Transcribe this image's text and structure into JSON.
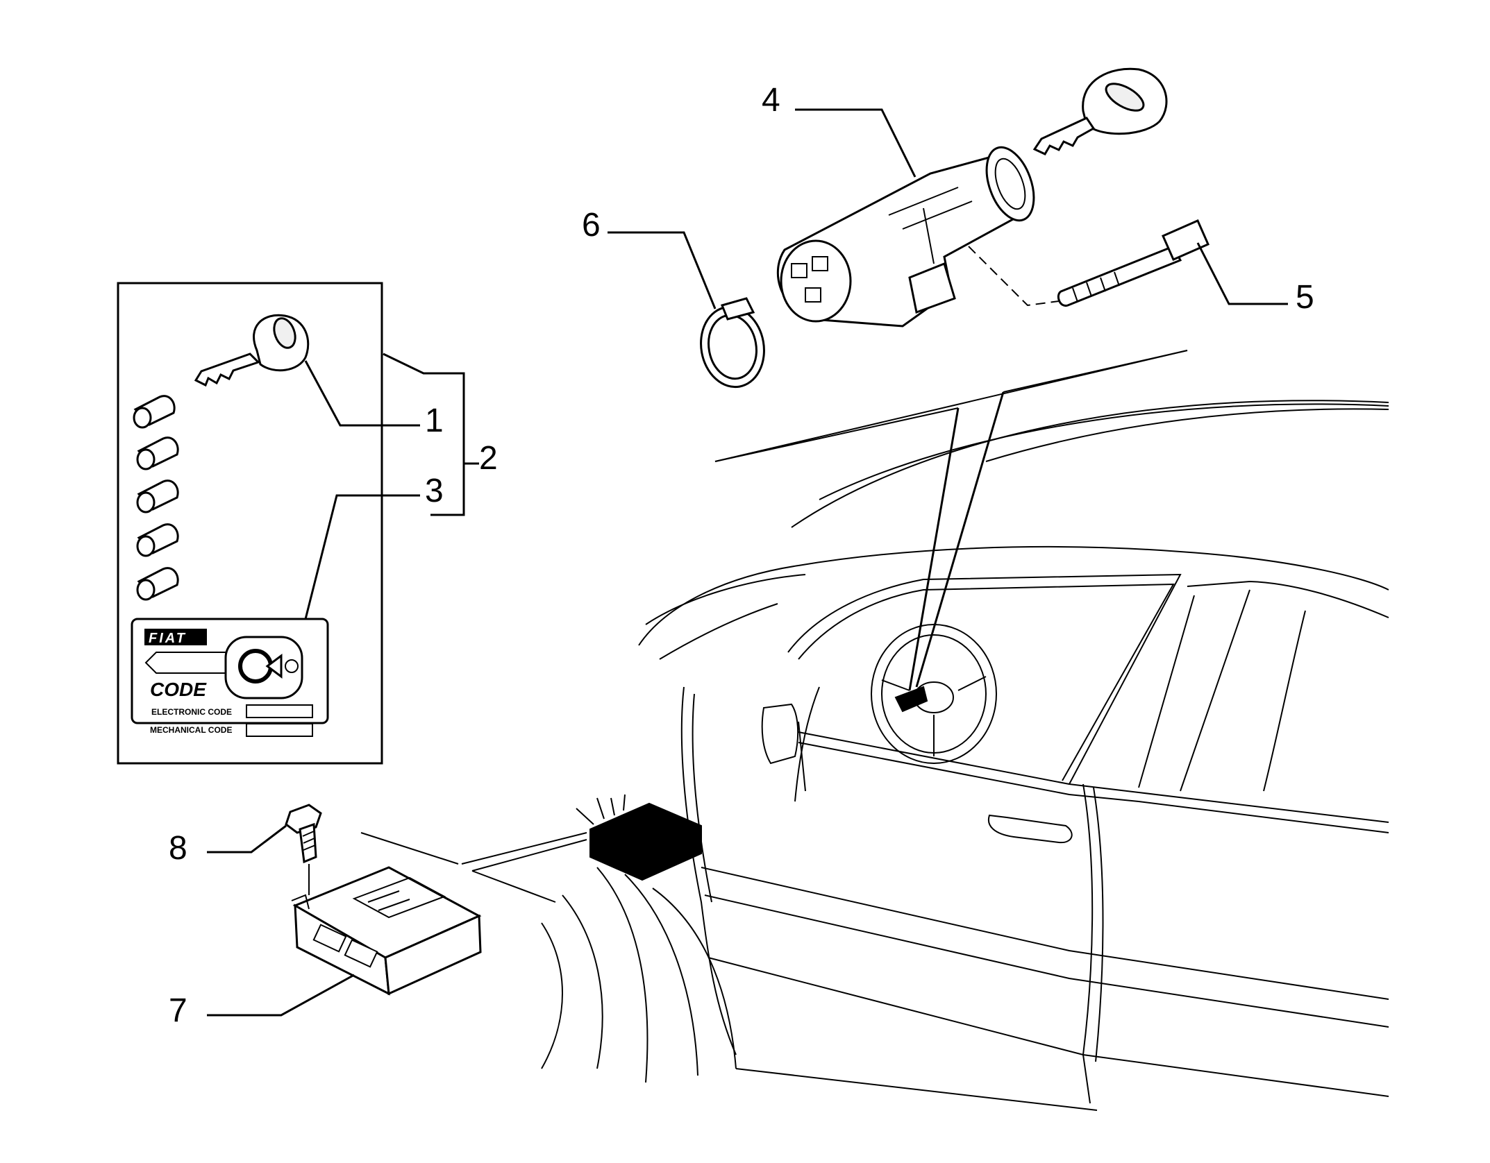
{
  "callouts": {
    "c1": "1",
    "c2": "2",
    "c3": "3",
    "c4": "4",
    "c5": "5",
    "c6": "6",
    "c7": "7",
    "c8": "8"
  },
  "code_card": {
    "brand": "FIAT",
    "title": "CODE",
    "electronic_label": "ELECTRONIC  CODE",
    "mechanical_label": "MECHANICAL  CODE"
  }
}
